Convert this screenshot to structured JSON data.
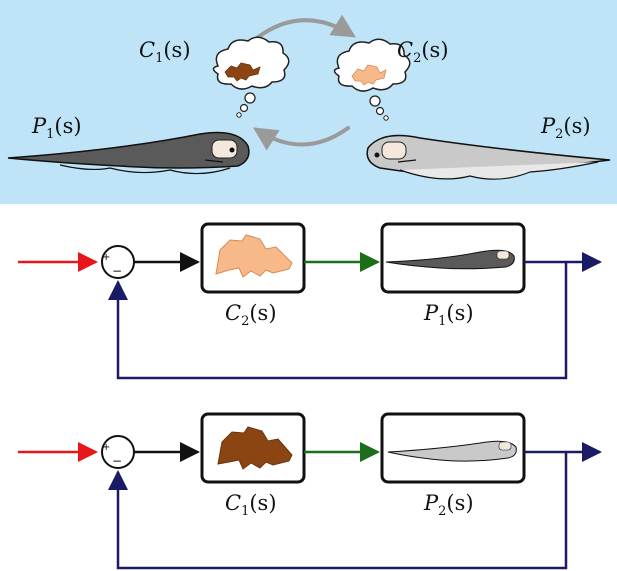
{
  "top_panel": {
    "background_color": "#bfe3f7",
    "labels": {
      "c1": {
        "sym": "C",
        "sub": "1",
        "arg": "(s)"
      },
      "c2": {
        "sym": "C",
        "sub": "2",
        "arg": "(s)"
      },
      "p1": {
        "sym": "P",
        "sub": "1",
        "arg": "(s)"
      },
      "p2": {
        "sym": "P",
        "sub": "2",
        "arg": "(s)"
      }
    },
    "fish_colors": {
      "p1": "#5a5a5a",
      "p2": "#c9c9c9"
    },
    "thought_colors": {
      "c1": "#8b4513",
      "c2": "#f8b98a"
    }
  },
  "loops": [
    {
      "summing_signs": {
        "plus": "+",
        "minus": "−"
      },
      "controller_label": {
        "sym": "C",
        "sub": "2",
        "arg": "(s)"
      },
      "plant_label": {
        "sym": "P",
        "sub": "1",
        "arg": "(s)"
      },
      "controller_color": "#f8b98a",
      "plant_color": "#5a5a5a"
    },
    {
      "summing_signs": {
        "plus": "+",
        "minus": "−"
      },
      "controller_label": {
        "sym": "C",
        "sub": "1",
        "arg": "(s)"
      },
      "plant_label": {
        "sym": "P",
        "sub": "2",
        "arg": "(s)"
      },
      "controller_color": "#8b4513",
      "plant_color": "#c9c9c9"
    }
  ],
  "colors": {
    "input_arrow": "#e8161b",
    "error_arrow": "#111111",
    "control_arrow": "#1a6e1a",
    "output_feedback": "#1a1a66",
    "cycle_arrows": "#9a9a9a"
  }
}
